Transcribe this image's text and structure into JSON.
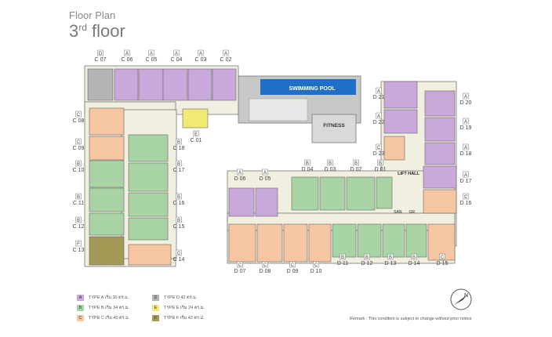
{
  "header": {
    "label": "Floor Plan",
    "floor_number": "3",
    "floor_suffix": "rd",
    "floor_word": "floor"
  },
  "colors": {
    "type_a": "#c9a8dc",
    "type_b": "#a9d4a6",
    "type_c": "#f6c6a2",
    "type_d": "#b4b4b4",
    "type_e": "#f2ea74",
    "type_f": "#a29a56",
    "pool": "#1e6fc7",
    "corridor": "#f1efe0"
  },
  "amenities": {
    "pool": "SWIMMING POOL",
    "fitness": "FITNESS",
    "lift_hall": "LIFT HALL",
    "san": "SAN.",
    "gr": "GR."
  },
  "units": [
    {
      "type": "D",
      "code": "C 07"
    },
    {
      "type": "A",
      "code": "C 06"
    },
    {
      "type": "A",
      "code": "C 05"
    },
    {
      "type": "A",
      "code": "C 04"
    },
    {
      "type": "A",
      "code": "C 03"
    },
    {
      "type": "A",
      "code": "C 02"
    },
    {
      "type": "C",
      "code": "C 08"
    },
    {
      "type": "E",
      "code": "C 01"
    },
    {
      "type": "C",
      "code": "C 09"
    },
    {
      "type": "B",
      "code": "C 18"
    },
    {
      "type": "B",
      "code": "C 10"
    },
    {
      "type": "B",
      "code": "C 17"
    },
    {
      "type": "B",
      "code": "C 11"
    },
    {
      "type": "B",
      "code": "C 16"
    },
    {
      "type": "B",
      "code": "C 12"
    },
    {
      "type": "B",
      "code": "C 15"
    },
    {
      "type": "F",
      "code": "C 13"
    },
    {
      "type": "C",
      "code": "C 14"
    },
    {
      "type": "A",
      "code": "D 21"
    },
    {
      "type": "A",
      "code": "D 20"
    },
    {
      "type": "A",
      "code": "D 22"
    },
    {
      "type": "A",
      "code": "D 19"
    },
    {
      "type": "C",
      "code": "D 23"
    },
    {
      "type": "A",
      "code": "D 18"
    },
    {
      "type": "B",
      "code": "D 04"
    },
    {
      "type": "B",
      "code": "D 03"
    },
    {
      "type": "B",
      "code": "D 02"
    },
    {
      "type": "B",
      "code": "D 01"
    },
    {
      "type": "A",
      "code": "D 17"
    },
    {
      "type": "A",
      "code": "D 06"
    },
    {
      "type": "A",
      "code": "D 05"
    },
    {
      "type": "C",
      "code": "D 16"
    },
    {
      "type": "C",
      "code": "D 07"
    },
    {
      "type": "C",
      "code": "D 08"
    },
    {
      "type": "C",
      "code": "D 09"
    },
    {
      "type": "C",
      "code": "D 10"
    },
    {
      "type": "B",
      "code": "D 11"
    },
    {
      "type": "B",
      "code": "D 12"
    },
    {
      "type": "B",
      "code": "D 13"
    },
    {
      "type": "B",
      "code": "D 14"
    },
    {
      "type": "C",
      "code": "D 15"
    }
  ],
  "legend": [
    {
      "letter": "A",
      "label": "TYPE A เริ่ม 30 ตร.ม.",
      "color": "#c9a8dc"
    },
    {
      "letter": "B",
      "label": "TYPE B เริ่ม 34 ตร.ม.",
      "color": "#a9d4a6"
    },
    {
      "letter": "C",
      "label": "TYPE C เริ่ม 40 ตร.ม.",
      "color": "#f6c6a2"
    },
    {
      "letter": "D",
      "label": "TYPE D 42 ตร.ม.",
      "color": "#b4b4b4"
    },
    {
      "letter": "E",
      "label": "TYPE E เริ่ม 24 ตร.ม.",
      "color": "#f2ea74"
    },
    {
      "letter": "F",
      "label": "TYPE F เริ่ม 42 ตร.ม.",
      "color": "#a29a56"
    }
  ],
  "remark": "Remark : This condition is subject to change without prior notice",
  "compass": "N"
}
